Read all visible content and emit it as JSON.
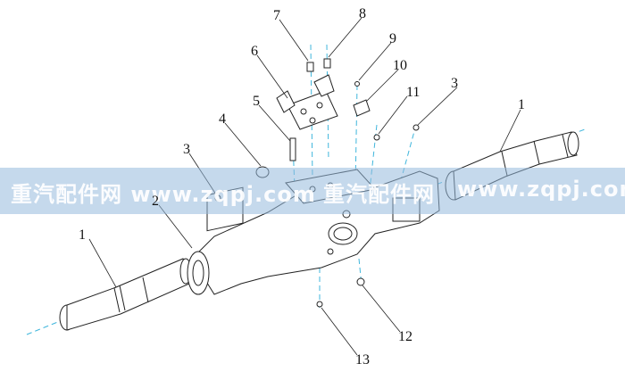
{
  "callouts": {
    "c1a": "1",
    "c1b": "1",
    "c2": "2",
    "c3a": "3",
    "c3b": "3",
    "c4": "4",
    "c5": "5",
    "c6": "6",
    "c7": "7",
    "c8": "8",
    "c9": "9",
    "c10": "10",
    "c11": "11",
    "c12": "12",
    "c13": "13"
  },
  "watermark": {
    "left": "重汽配件网  www.zqpj.com",
    "middle": "重汽配件网",
    "right": "www.zqpj.com"
  }
}
